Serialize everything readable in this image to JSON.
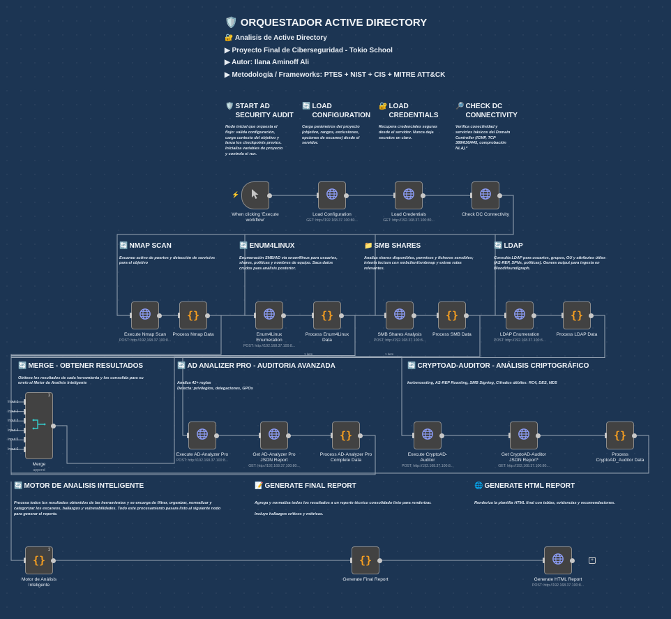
{
  "header": {
    "title": "ORQUESTADOR ACTIVE DIRECTORY",
    "title_icon": "🛡️",
    "lines": [
      "🔐 Analisis de Active Directory",
      "▶ Proyecto Final de Ciberseguridad - Tokio School",
      "▶ Autor: Ilana Aminoff Ali",
      "▶ Metodología / Frameworks: PTES + NIST + CIS + MITRE ATT&CK"
    ]
  },
  "notes": [
    {
      "id": "start",
      "icon": "🛡️",
      "title": [
        "START AD",
        "SECURITY AUDIT"
      ],
      "desc": [
        "Nodo inicial que orquesta el",
        "flujo: valida configuración,",
        "carga contexto del objetivo y",
        "lanza los checkpoints previos.",
        "Inicializa variables de proyecto",
        "y controla el run."
      ]
    },
    {
      "id": "loadconf",
      "icon": "🔄",
      "title": [
        "LOAD",
        "CONFIGURATION"
      ],
      "desc": [
        "Carga parámetros del proyecto",
        "(objetivo, rangos, exclusiones,",
        "opciones de escaneo) desde el",
        "servidor."
      ]
    },
    {
      "id": "loadcred",
      "icon": "🔐",
      "title": [
        "LOAD",
        "CREDENTIALS"
      ],
      "desc": [
        "Recupera credenciales seguras",
        "desde el servidor. Nunca deja",
        "secretos en claro."
      ]
    },
    {
      "id": "checkdc",
      "icon": "🔎",
      "title": [
        "CHECK DC",
        "CONNECTIVITY"
      ],
      "desc": [
        "Verifica conectividad y",
        "servicios básicos del Domain",
        "Controller (ICMP, TCP",
        "389/636/445, comprobación",
        "NLA).*"
      ]
    },
    {
      "id": "nmap",
      "icon": "🔄",
      "title": [
        "NMAP SCAN"
      ],
      "desc": [
        "Escaneo activo de puertos y detección de servicios",
        "para el objetivo"
      ]
    },
    {
      "id": "enum",
      "icon": "🔄",
      "title": [
        "ENUM4LINUX"
      ],
      "desc": [
        "Enumeración SMB/AD vía enum4linux para usuarios,",
        "shares, políticas y nombres de equipo. Saca datos",
        "crudos para análisis posterior."
      ]
    },
    {
      "id": "smb",
      "icon": "📁",
      "title": [
        "SMB SHARES"
      ],
      "desc": [
        "Analiza shares disponibles, permisos y ficheros sensibles;",
        "intenta lectura con smbclient/smbmap y extrae rutas",
        "relevantes."
      ]
    },
    {
      "id": "ldap",
      "icon": "🔄",
      "title": [
        "LDAP"
      ],
      "desc": [
        "Consulta LDAP para usuarios, grupos, OU y attributes útiles",
        "(AS-REP, SPNs, políticas). Genera output para ingesta en",
        "BloodHound/graph."
      ]
    },
    {
      "id": "merge",
      "icon": "🔄",
      "title": [
        "MERGE - OBTENER RESULTADOS"
      ],
      "desc": [
        "Obtiene los resultados de cada herramienta y los consolida para su",
        "envío al Motor de Analisis Inteligente"
      ]
    },
    {
      "id": "adanalyzer",
      "icon": "🔄",
      "title": [
        "AD ANALIZER PRO - AUDITORIA AVANZADA"
      ],
      "desc": [
        "",
        "Analiza 42+ reglas",
        "Detecta: privilegios, delegaciones, GPOs"
      ]
    },
    {
      "id": "crypto",
      "icon": "🔄",
      "title": [
        "CRYPTOAD-AUDITOR - ANÁLISIS CRIPTOGRÁFICO"
      ],
      "desc": [
        "",
        "kerberoasting, AS-REP Roasting, SMB Signing, Cifrados débiles: RC4, DES, MD5"
      ]
    },
    {
      "id": "motor",
      "icon": "🔄",
      "title": [
        "MOTOR DE ANALISIS INTELIGENTE"
      ],
      "desc": [
        "",
        "Procesa todos los resultados obtenidos de las herramientas y se encarga de filtrar, organizar, normalizar y",
        "categorizar los escaneos, hallazgos y vulnerabilidades. Todo este procesamiento pasara listo al siguiente nodo",
        "para generar el reporte."
      ]
    },
    {
      "id": "final",
      "icon": "📝",
      "title": [
        "GENERATE FINAL REPORT"
      ],
      "desc": [
        "",
        "Agrega y normaliza todos los resultados a un reporte técnico consolidado listo para renderizar.",
        "",
        "Incluye hallazgos críticos y métricas."
      ]
    },
    {
      "id": "html",
      "icon": "🌐",
      "title": [
        "GENERATE HTML REPORT"
      ],
      "desc": [
        "",
        "Renderiza la plantilla HTML final con tablas, evidencias y recomendaciones."
      ]
    }
  ],
  "nodes": [
    {
      "id": "trigger",
      "kind": "trigger",
      "icon": "cursor-icon",
      "label": [
        "When clicking 'Execute",
        "workflow'"
      ],
      "sub": ""
    },
    {
      "id": "loadconf",
      "kind": "http",
      "icon": "globe-icon",
      "label": [
        "Load Configuration"
      ],
      "sub": "GET: http://192.168.37.100:80..."
    },
    {
      "id": "loadcred",
      "kind": "http",
      "icon": "globe-icon",
      "label": [
        "Load Credentials"
      ],
      "sub": "GET: http://192.168.37.100:80..."
    },
    {
      "id": "checkdc",
      "kind": "http",
      "icon": "globe-icon",
      "label": [
        "Check DC Connectivity"
      ],
      "sub": ""
    },
    {
      "id": "nmap",
      "kind": "http",
      "icon": "globe-icon",
      "label": [
        "Execute Nmap Scan"
      ],
      "sub": "POST: http://192.168.37.100:8..."
    },
    {
      "id": "pnmap",
      "kind": "code",
      "icon": "code-icon",
      "label": [
        "Process Nmap Data"
      ],
      "sub": ""
    },
    {
      "id": "enum",
      "kind": "http",
      "icon": "globe-icon",
      "label": [
        "Enum4Linux",
        "Enumeration"
      ],
      "sub": "POST: http://192.168.37.100:8..."
    },
    {
      "id": "penum",
      "kind": "code",
      "icon": "code-icon",
      "label": [
        "Process Enum4Linux",
        "Data"
      ],
      "sub": ""
    },
    {
      "id": "smb",
      "kind": "http",
      "icon": "globe-icon",
      "label": [
        "SMB Shares Analysis"
      ],
      "sub": "POST: http://192.168.37.100:8..."
    },
    {
      "id": "psmb",
      "kind": "code",
      "icon": "code-icon",
      "label": [
        "Process SMB Data"
      ],
      "sub": ""
    },
    {
      "id": "ldap",
      "kind": "http",
      "icon": "globe-icon",
      "label": [
        "LDAP Enumeration"
      ],
      "sub": "POST: http://192.168.37.100:8..."
    },
    {
      "id": "pldap",
      "kind": "code",
      "icon": "code-icon",
      "label": [
        "Process LDAP Data"
      ],
      "sub": ""
    },
    {
      "id": "merge",
      "kind": "merge",
      "icon": "merge-icon",
      "label": [
        "Merge"
      ],
      "sub": "append",
      "pin": "1"
    },
    {
      "id": "exadan",
      "kind": "http",
      "icon": "globe-icon",
      "label": [
        "Execute AD-Analyzer Pro"
      ],
      "sub": "POST: http://192.168.37.100:8..."
    },
    {
      "id": "getadan",
      "kind": "http",
      "icon": "globe-icon",
      "label": [
        "Get AD-Analyzer Pro",
        "JSON Report"
      ],
      "sub": "GET: http://192.168.37.100:80..."
    },
    {
      "id": "padan",
      "kind": "code",
      "icon": "code-icon",
      "label": [
        "Process AD-Analyzer Pro",
        "Complete Data"
      ],
      "sub": ""
    },
    {
      "id": "excrypto",
      "kind": "http",
      "icon": "globe-icon",
      "label": [
        "Execute CryptoAD-",
        "Auditor"
      ],
      "sub": "POST: http://192.168.37.100:8..."
    },
    {
      "id": "getcrypto",
      "kind": "http",
      "icon": "globe-icon",
      "label": [
        "Get CryptoAD-Auditor",
        "JSON Report*"
      ],
      "sub": "GET: http://192.168.37.100:80..."
    },
    {
      "id": "pcrypto",
      "kind": "code",
      "icon": "code-icon",
      "label": [
        "Process",
        "CryptoAD_Auditor Data"
      ],
      "sub": ""
    },
    {
      "id": "motor",
      "kind": "code",
      "icon": "code-icon",
      "label": [
        "Motor de Análisis",
        "Inteligente"
      ],
      "sub": "",
      "pin": "1"
    },
    {
      "id": "genfinal",
      "kind": "code",
      "icon": "code-icon",
      "label": [
        "Generate Final Report"
      ],
      "sub": ""
    },
    {
      "id": "genhtml",
      "kind": "http",
      "icon": "globe-icon",
      "label": [
        "Generate HTML Report"
      ],
      "sub": "POST: http://192.168.37.100:8..."
    }
  ],
  "merge_inputs": [
    "Input 1",
    "Input 2",
    "Input 3",
    "Input 4",
    "Input 5",
    "Input 6"
  ],
  "connection_items": [
    "1 item",
    "1 item"
  ],
  "colors": {
    "canvas": "#1c3553",
    "node_bg": "#424242",
    "node_border": "#8c8c8c",
    "wire": "#9aa7b6",
    "http_icon": "#8b9cf4",
    "code_icon": "#f59e21",
    "merge_icon": "#36c5c5"
  }
}
